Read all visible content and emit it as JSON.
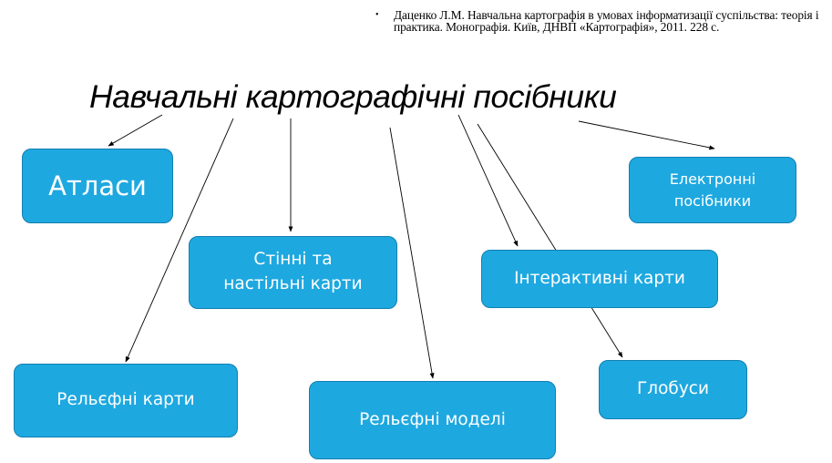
{
  "citation": {
    "bullet": "•",
    "text": "Даценко Л.М. Навчальна картографія в умовах інформатизації суспільства: теорія і практика. Монографія. Київ, ДНВП «Картографія», 2011. 228 с."
  },
  "title": "Навчальні картографічні посібники",
  "boxes": {
    "atlases": "Атласи",
    "wall_maps": "Стінні та настільні карти",
    "relief_maps": "Рельєфні карти",
    "relief_models": "Рельєфні моделі",
    "interactive_maps": "Інтерактивні карти",
    "globes": "Глобуси",
    "electronic": "Електронні посібники"
  },
  "colors": {
    "box_fill": "#1ea8e0",
    "box_border": "#137fb0",
    "box_text": "#ffffff",
    "arrow": "#000000"
  }
}
